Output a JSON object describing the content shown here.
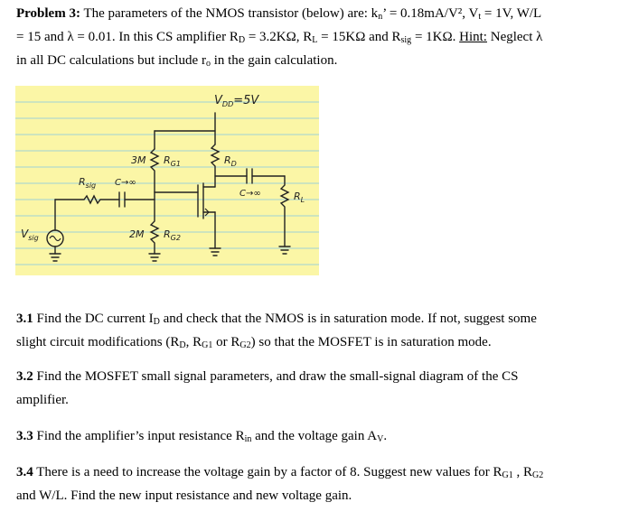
{
  "problem": {
    "title": "Problem 3:",
    "s1": " The parameters of the NMOS transistor (below) are: k",
    "s1_sub": "n",
    "s2": "’ = 0.18mA/V², V",
    "s2_sub": "t",
    "s3": " = 1V, W/L",
    "s4": "= 15 and λ = 0.01.  In this CS amplifier R",
    "s4_sub": "D",
    "s5": " = 3.2KΩ, R",
    "s5_sub": "L",
    "s6": " = 15KΩ and R",
    "s6_sub": "sig",
    "s7": " = 1KΩ. ",
    "hint": "Hint:",
    "s8": " Neglect λ",
    "s9": "in all DC calculations but include r",
    "s9_sub": "o",
    "s10": " in the gain calculation."
  },
  "schematic": {
    "vdd": "V",
    "vdd_sub": "DD",
    "vdd_value": "=5V",
    "rg1_value": "3M",
    "rg1": "R",
    "rg1_sub": "G1",
    "rg2_value": "2M",
    "rg2": "R",
    "rg2_sub": "G2",
    "rd": "R",
    "rd_sub": "D",
    "rsig": "R",
    "rsig_sub": "sig",
    "cin": "C→∞",
    "cout": "C→∞",
    "rl": "R",
    "rl_sub": "L",
    "vsig": "V",
    "vsig_sub": "sig"
  },
  "q31": {
    "num": "3.1",
    "t1": " Find the DC current I",
    "t1_sub": "D",
    "t2": " and check that the NMOS is in saturation mode. If not, suggest some",
    "t3": "slight circuit modifications (R",
    "t3_sub": "D",
    "t4": ", R",
    "t4_sub": "G1",
    "t5": " or R",
    "t5_sub": "G2",
    "t6": ") so that the MOSFET is in saturation mode."
  },
  "q32": {
    "num": "3.2",
    "t1": " Find the MOSFET small signal parameters, and draw the small-signal diagram of the CS",
    "t2": "amplifier."
  },
  "q33": {
    "num": "3.3",
    "t1": " Find the amplifier’s input resistance R",
    "t1_sub": "in",
    "t2": " and the voltage gain A",
    "t2_sub": "V",
    "t3": "."
  },
  "q34": {
    "num": "3.4",
    "t1": " There is a need to increase the voltage gain by a factor of 8. Suggest new values for R",
    "t1_sub": "G1",
    "t2": " , R",
    "t2_sub": "G2",
    "t3": "and W/L. Find the new input resistance and new voltage gain."
  },
  "colors": {
    "paper": "#fbf6a6",
    "ruled": "#9fd1d6",
    "ink": "#222222"
  }
}
